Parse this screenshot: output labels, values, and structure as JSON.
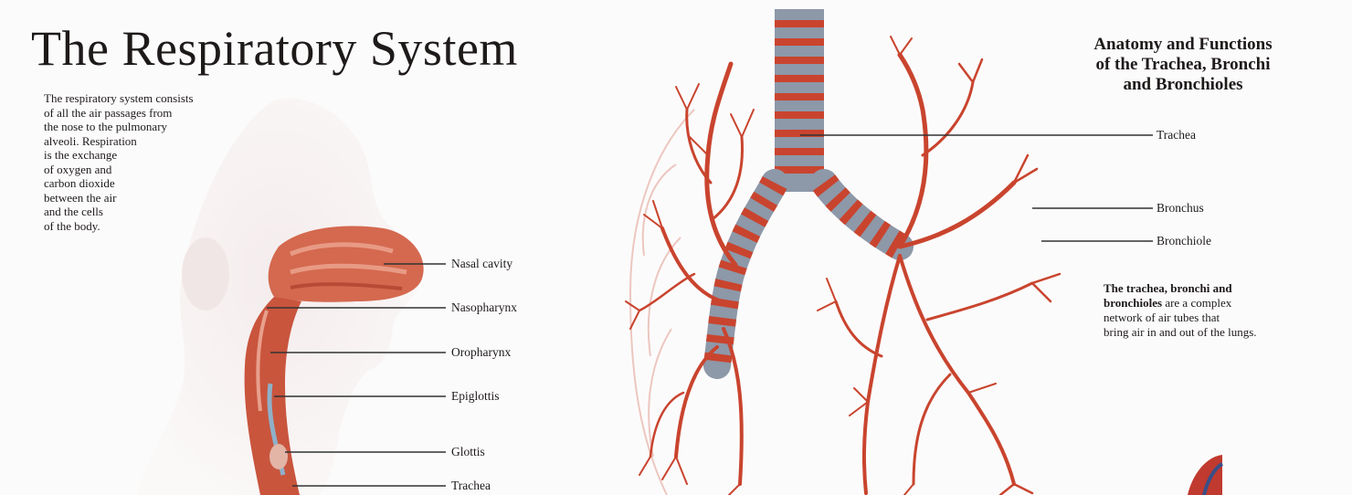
{
  "left_panel": {
    "title": "The Respiratory System",
    "intro_lines": [
      "The respiratory system consists",
      "of all the air passages from",
      "the nose to the pulmonary",
      "alveoli. Respiration",
      "is the exchange",
      "of oxygen and",
      "carbon dioxide",
      "between the air",
      "and the cells",
      "of the body."
    ],
    "labels": {
      "nasal_cavity": "Nasal cavity",
      "nasopharynx": "Nasopharynx",
      "oropharynx": "Oropharynx",
      "epiglottis": "Epiglottis",
      "glottis": "Glottis",
      "trachea": "Trachea"
    }
  },
  "right_panel": {
    "title_lines": [
      "Anatomy and Functions",
      "of the Trachea, Bronchi",
      "and Bronchioles"
    ],
    "labels": {
      "trachea": "Trachea",
      "bronchus": "Bronchus",
      "bronchiole": "Bronchiole"
    },
    "description": {
      "bold_part": "The trachea, bronchi and",
      "bold_part_2": "bronchioles",
      "rest_line_2": " are a complex",
      "line_3": "network of air tubes that",
      "line_4": "bring air in and out of the lungs."
    }
  },
  "colors": {
    "airway_red": "#c9442e",
    "ring_gray": "#8d98a8",
    "skin_shade": "#efe3e3",
    "leader_line": "#333333"
  }
}
